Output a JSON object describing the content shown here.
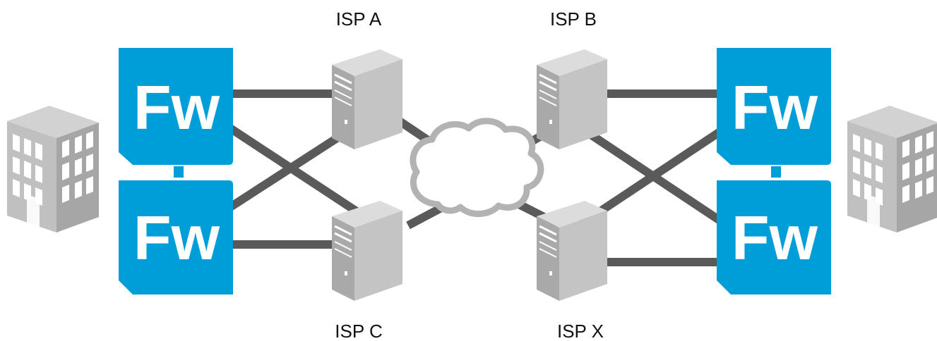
{
  "colors": {
    "firewall": "#009ed9",
    "link": "#5a5a5a",
    "server_light": "#c9c9c9",
    "server_dark": "#9e9e9e",
    "cloud_fill": "#ffffff",
    "cloud_stroke": "#b3b3b3",
    "building": "#b0b0b0"
  },
  "labels": {
    "isp_a": "ISP A",
    "isp_b": "ISP B",
    "isp_c": "ISP C",
    "isp_x": "ISP X"
  },
  "firewalls": {
    "left_top": "Fw",
    "left_bottom": "Fw",
    "right_top": "Fw",
    "right_bottom": "Fw"
  },
  "icons": {
    "building": "building-icon",
    "firewall": "firewall-icon",
    "server": "server-icon",
    "cloud": "cloud-icon"
  }
}
